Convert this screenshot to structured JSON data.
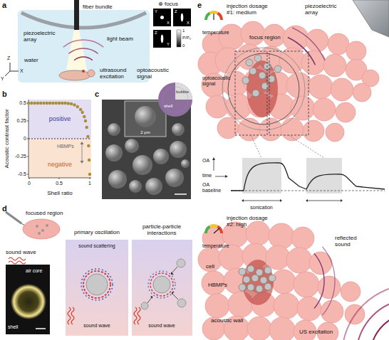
{
  "diagram": {
    "nodes": [
      {
        "text": [
          "positive"
        ]
      },
      {
        "text": [
          "negative",
          "HBMPs"
        ]
      },
      {
        "text": [
          "primary oscillation",
          "sound scattering",
          "sound wave"
        ]
      },
      {
        "text": [
          "particle-particle interactions",
          "sound wave"
        ]
      },
      {
        "text": [
          "bubble",
          "shell"
        ]
      }
    ],
    "labels": [
      "a",
      "fiber bundle",
      "piezoelectric array",
      "water",
      "light beam",
      "ultrasound excitation",
      "optoacoustic signal",
      "Z",
      "X",
      "Y",
      "⊗ focus",
      "X",
      "Y",
      "Z",
      "X",
      "Z",
      "Y",
      "1",
      "P/P₀",
      "0",
      "b",
      "Acoustic contrast factor",
      "0.5",
      "0.25",
      "0",
      "-0.25",
      "-0.5",
      "Shell ratio",
      "0",
      "0.5",
      "1",
      "c",
      "2 μm",
      "d",
      "focused region",
      "sound wave",
      "air core",
      "shell",
      "e",
      "injection dosage #1: medium",
      "temperature",
      "piezoelectric array",
      "focus region",
      "optoacoustic signal",
      "OA",
      "time",
      "OA baseline",
      "sonication",
      "injection dosage #2: high",
      "temperature",
      "cell",
      "HBMPs",
      "acoustic wall",
      "reflected sound",
      "US excitation"
    ]
  }
}
